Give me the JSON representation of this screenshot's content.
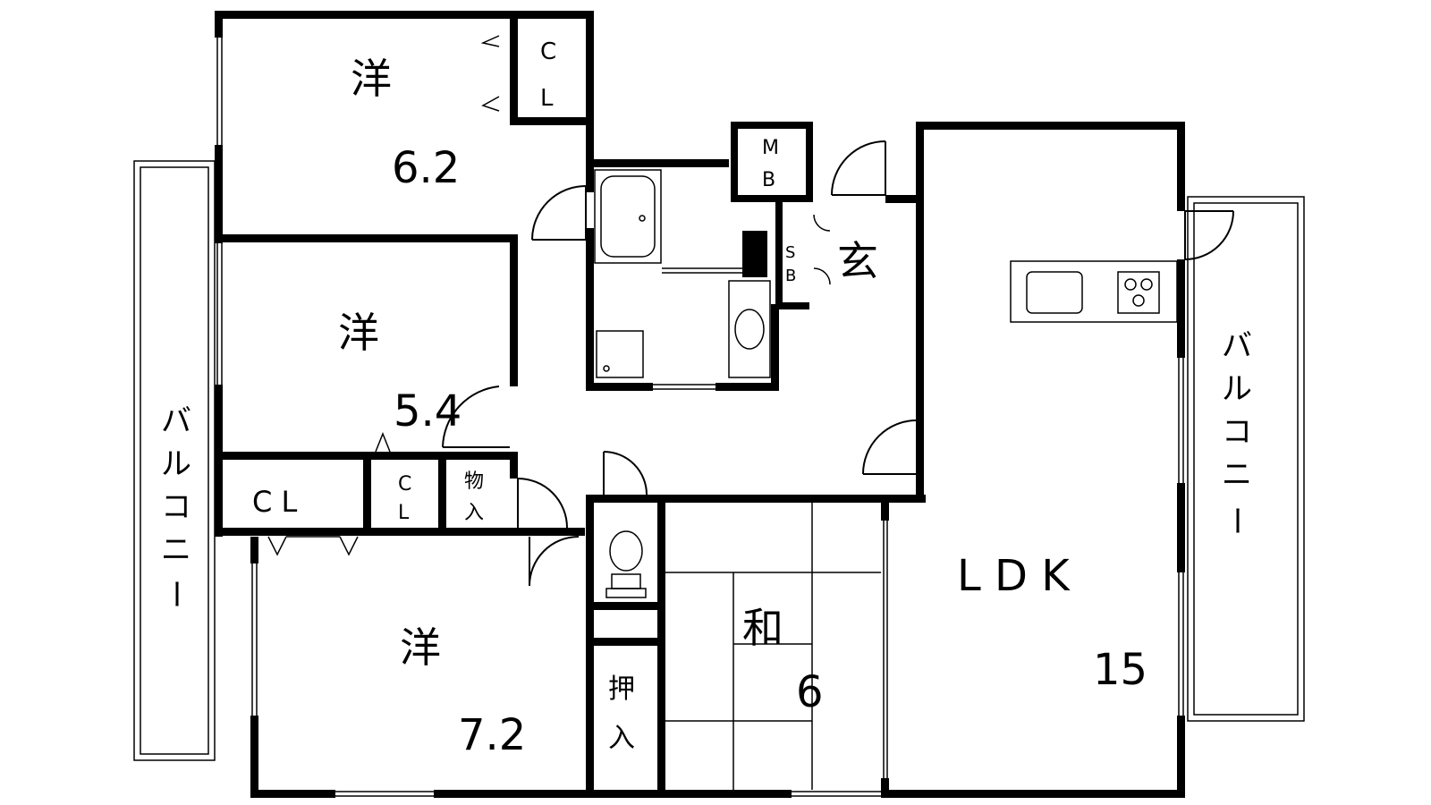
{
  "labels": {
    "room_nw": "洋",
    "room_nw_size": "6.2",
    "room_nw_cl_1": "C",
    "room_nw_cl_2": "L",
    "mb_1": "M",
    "mb_2": "B",
    "sb_1": "S",
    "sb_2": "B",
    "entrance": "玄",
    "room_w": "洋",
    "room_w_size": "5.4",
    "cl_wide": "C L",
    "cl_small_1": "C",
    "cl_small_2": "L",
    "storage_1": "物",
    "storage_2": "入",
    "room_sw": "洋",
    "room_sw_size": "7.2",
    "closet_1": "押",
    "closet_2": "入",
    "washitsu": "和",
    "washitsu_size": "6",
    "ldk": "L D K",
    "ldk_size": "15",
    "balcony_left": [
      "バ",
      "ル",
      "コ",
      "ニ",
      "ー"
    ],
    "balcony_right": [
      "バ",
      "ル",
      "コ",
      "ニ",
      "ー"
    ]
  }
}
